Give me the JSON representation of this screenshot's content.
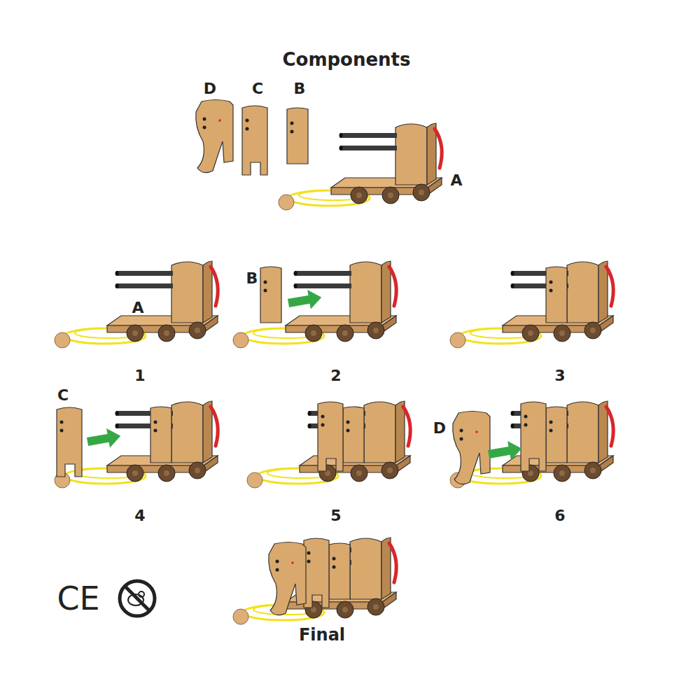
{
  "diagram": {
    "title": "Components",
    "labels": [
      "D",
      "C",
      "B",
      "A",
      "A",
      "B",
      "1",
      "2",
      "3",
      "C",
      "D",
      "4",
      "5",
      "6",
      "CE",
      "Final"
    ]
  }
}
